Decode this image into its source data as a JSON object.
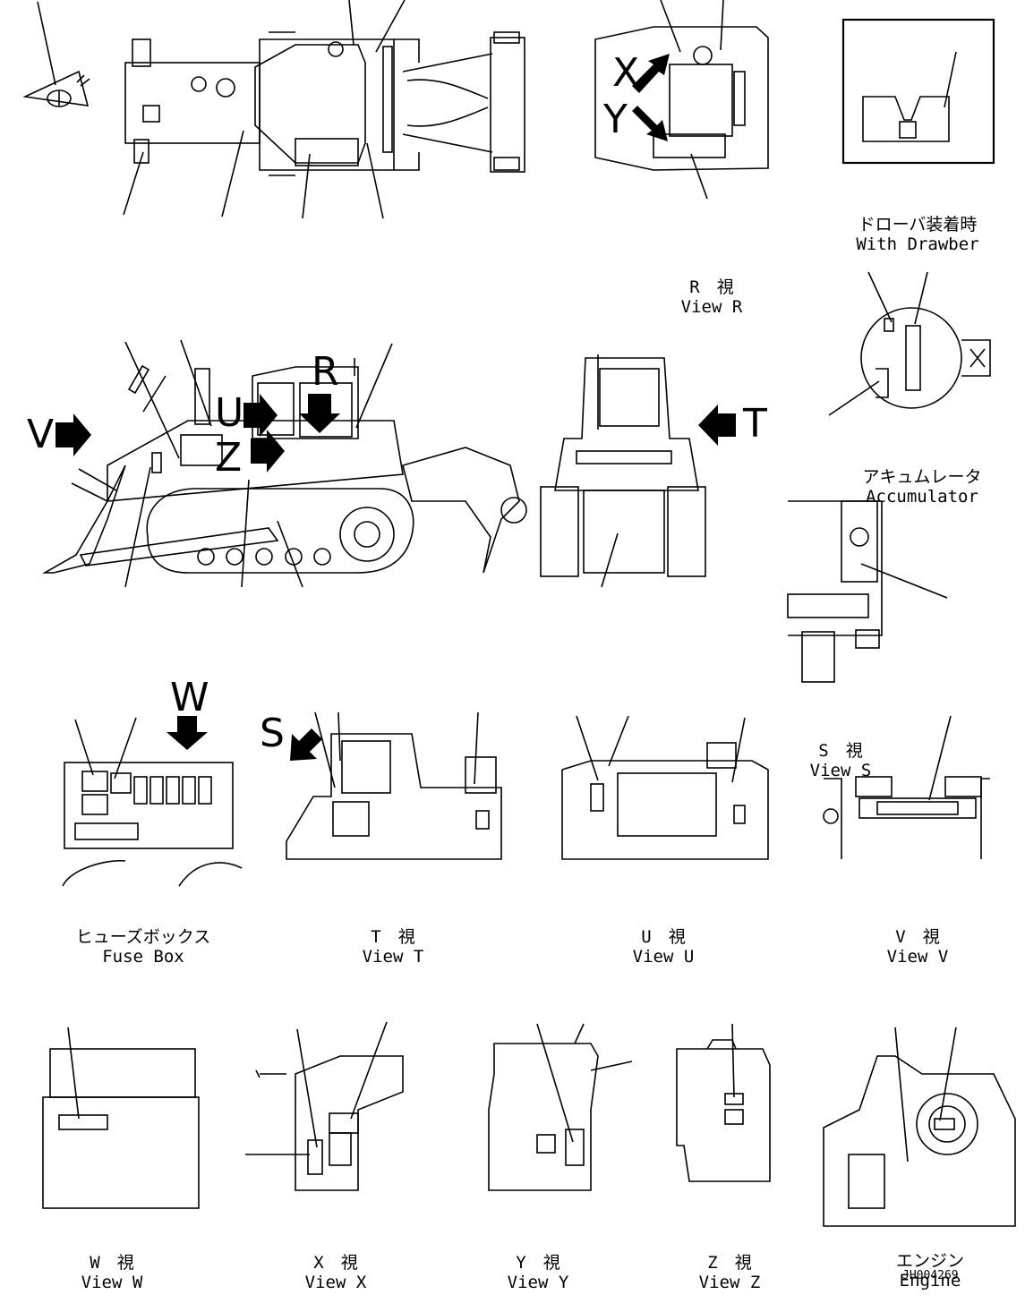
{
  "views": {
    "drawbar": {
      "jp": "ドローバ装着時",
      "en": "With Drawber"
    },
    "view_r": {
      "jp": "R　視",
      "en": "View R"
    },
    "accumulator": {
      "jp": "アキュムレータ",
      "en": "Accumulator"
    },
    "view_s": {
      "jp": "S　視",
      "en": "View S"
    },
    "fuse_box": {
      "jp": "ヒューズボックス",
      "en": "Fuse Box"
    },
    "view_t": {
      "jp": "T　視",
      "en": "View T"
    },
    "view_u": {
      "jp": "U　視",
      "en": "View U"
    },
    "view_v": {
      "jp": "V　視",
      "en": "View V"
    },
    "view_w": {
      "jp": "W　視",
      "en": "View W"
    },
    "view_x": {
      "jp": "X　視",
      "en": "View X"
    },
    "view_y": {
      "jp": "Y　視",
      "en": "View Y"
    },
    "view_z": {
      "jp": "Z　視",
      "en": "View Z"
    },
    "engine": {
      "jp": "エンジン",
      "en": "Engine"
    }
  },
  "arrows": {
    "v": "V",
    "u": "U",
    "z": "Z",
    "r": "R",
    "t": "T",
    "x": "X",
    "y": "Y",
    "w": "W",
    "s": "S"
  },
  "doc_id": "JH004269"
}
